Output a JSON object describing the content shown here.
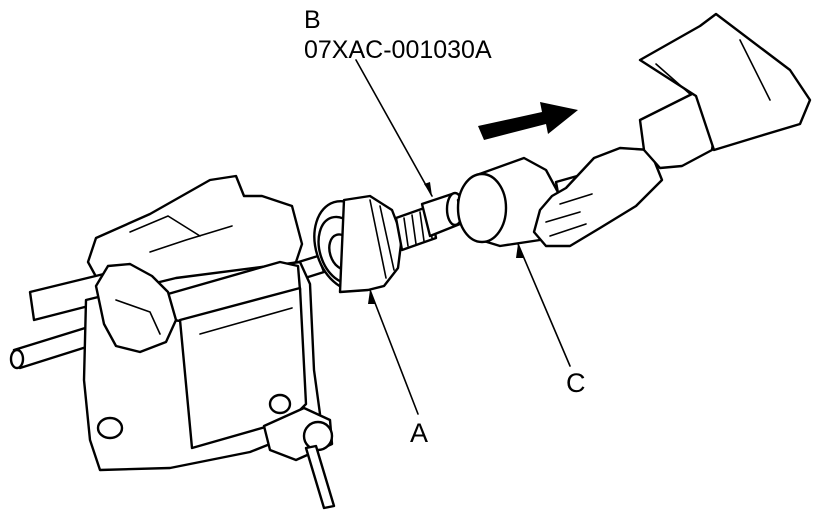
{
  "labels": {
    "b": "B",
    "b_part_number": "07XAC-001030A",
    "a": "A",
    "c": "C"
  },
  "colors": {
    "ink": "#000000",
    "paper": "#ffffff"
  }
}
